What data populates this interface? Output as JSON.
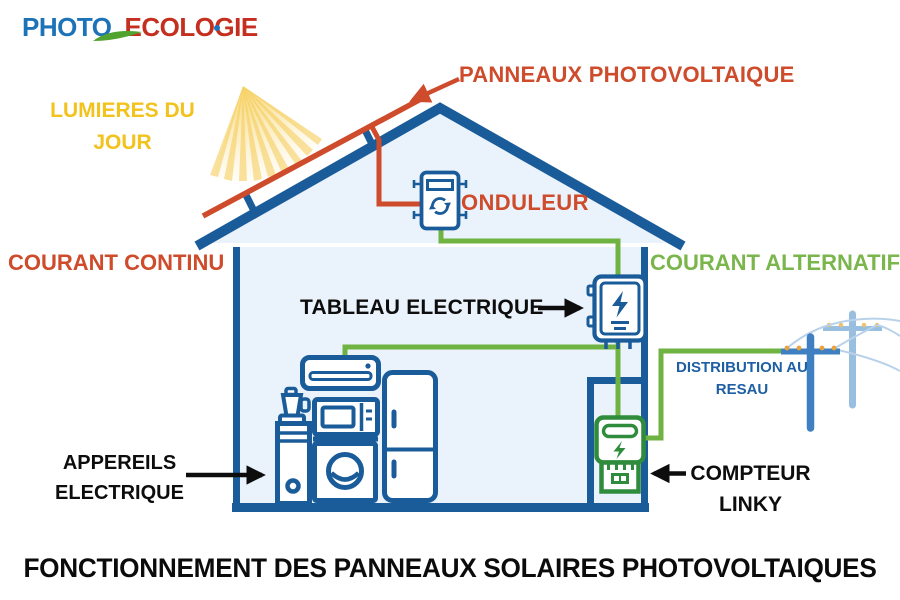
{
  "logo": {
    "part1": "PHOTO",
    "part2": "ECOLOGIE"
  },
  "labels": {
    "daylight": "LUMIERES DU JOUR",
    "panels": "PANNEAUX PHOTOVOLTAIQUE",
    "inverter": "ONDULEUR",
    "dc_current": "COURANT CONTINU",
    "ac_current": "COURANT ALTERNATIF",
    "breaker_panel": "TABLEAU ELECTRIQUE",
    "grid": "DISTRIBUTION AU RESAU",
    "appliances": "APPEREILS ELECTRIQUE",
    "meter": "COMPTEUR LINKY"
  },
  "title": "FONCTIONNEMENT DES PANNEAUX SOLAIRES PHOTOVOLTAIQUES",
  "colors": {
    "dark_blue": "#1A5B99",
    "house_fill": "#EAF2FB",
    "orange_red": "#CE4B2B",
    "wire_green": "#6FB342",
    "label_green": "#7AB64C",
    "meter_green": "#2F8C3C",
    "sun_yellow": "#F2C21D",
    "grid_label_blue": "#1E5FA3",
    "pole_blue": "#3E80C2",
    "pole_light_blue": "#99BFE0",
    "logo_blue": "#1C73B8",
    "logo_red": "#C42F1F",
    "text_black": "#0d0d0d"
  },
  "icons": [
    "sun-rays-icon",
    "solar-panel-icon",
    "inverter-icon",
    "breaker-panel-icon",
    "linky-meter-icon",
    "air-conditioner-icon",
    "blender-icon",
    "microwave-icon",
    "washing-machine-icon",
    "fridge-icon",
    "power-pole-icon",
    "leaf-icon"
  ]
}
